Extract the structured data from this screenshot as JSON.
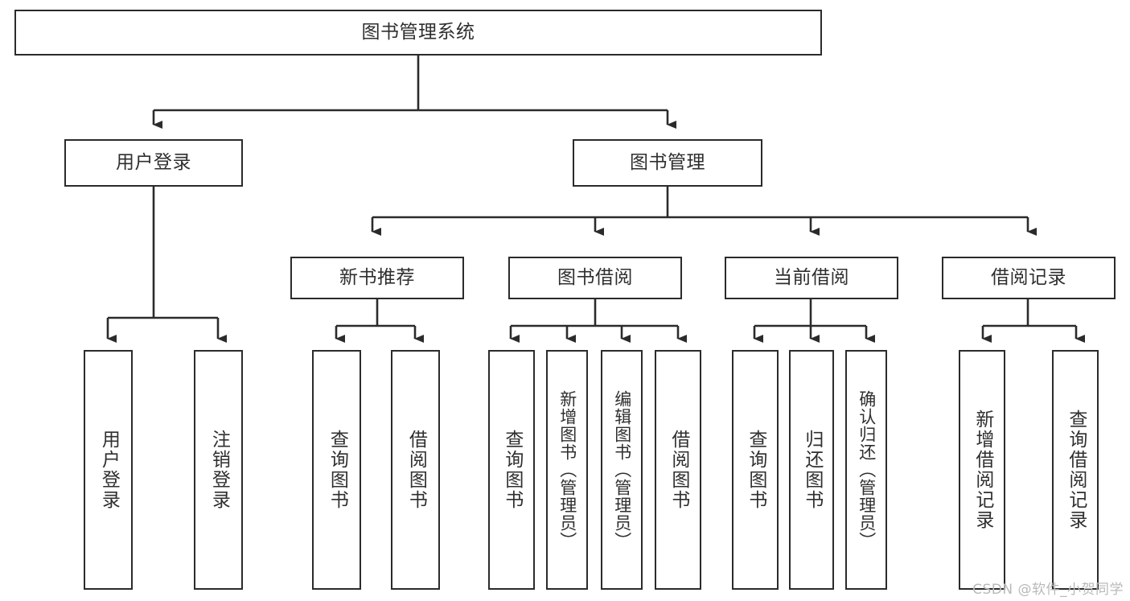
{
  "diagram": {
    "title": "图书管理系统",
    "type": "tree-hierarchy-chart",
    "line_color": "#2b2b2b",
    "text_color": "#2f2f2f",
    "background_color": "#ffffff",
    "nodes": {
      "root": {
        "label": "图书管理系统"
      },
      "level2": [
        {
          "id": "user-login",
          "label": "用户登录"
        },
        {
          "id": "book-manage",
          "label": "图书管理"
        }
      ],
      "level3": [
        {
          "id": "new-book-recommend",
          "label": "新书推荐"
        },
        {
          "id": "book-borrow",
          "label": "图书借阅"
        },
        {
          "id": "current-borrow",
          "label": "当前借阅"
        },
        {
          "id": "borrow-record",
          "label": "借阅记录"
        }
      ],
      "leaves": [
        {
          "id": "leaf-user-login",
          "label": "用户登录"
        },
        {
          "id": "leaf-logout-login",
          "label": "注销登录"
        },
        {
          "id": "leaf-query-book-1",
          "label": "查询图书"
        },
        {
          "id": "leaf-borrow-book-1",
          "label": "借阅图书"
        },
        {
          "id": "leaf-query-book-2",
          "label": "查询图书"
        },
        {
          "id": "leaf-add-book",
          "label": "新增图书（管理员）"
        },
        {
          "id": "leaf-edit-book",
          "label": "编辑图书（管理员）"
        },
        {
          "id": "leaf-borrow-book-2",
          "label": "借阅图书"
        },
        {
          "id": "leaf-query-book-3",
          "label": "查询图书"
        },
        {
          "id": "leaf-return-book",
          "label": "归还图书"
        },
        {
          "id": "leaf-confirm-return",
          "label": "确认归还（管理员）"
        },
        {
          "id": "leaf-add-borrow-record",
          "label": "新增借阅记录"
        },
        {
          "id": "leaf-query-borrow-record",
          "label": "查询借阅记录"
        }
      ]
    }
  },
  "watermark": {
    "text": "CSDN @软件_小贺同学"
  }
}
